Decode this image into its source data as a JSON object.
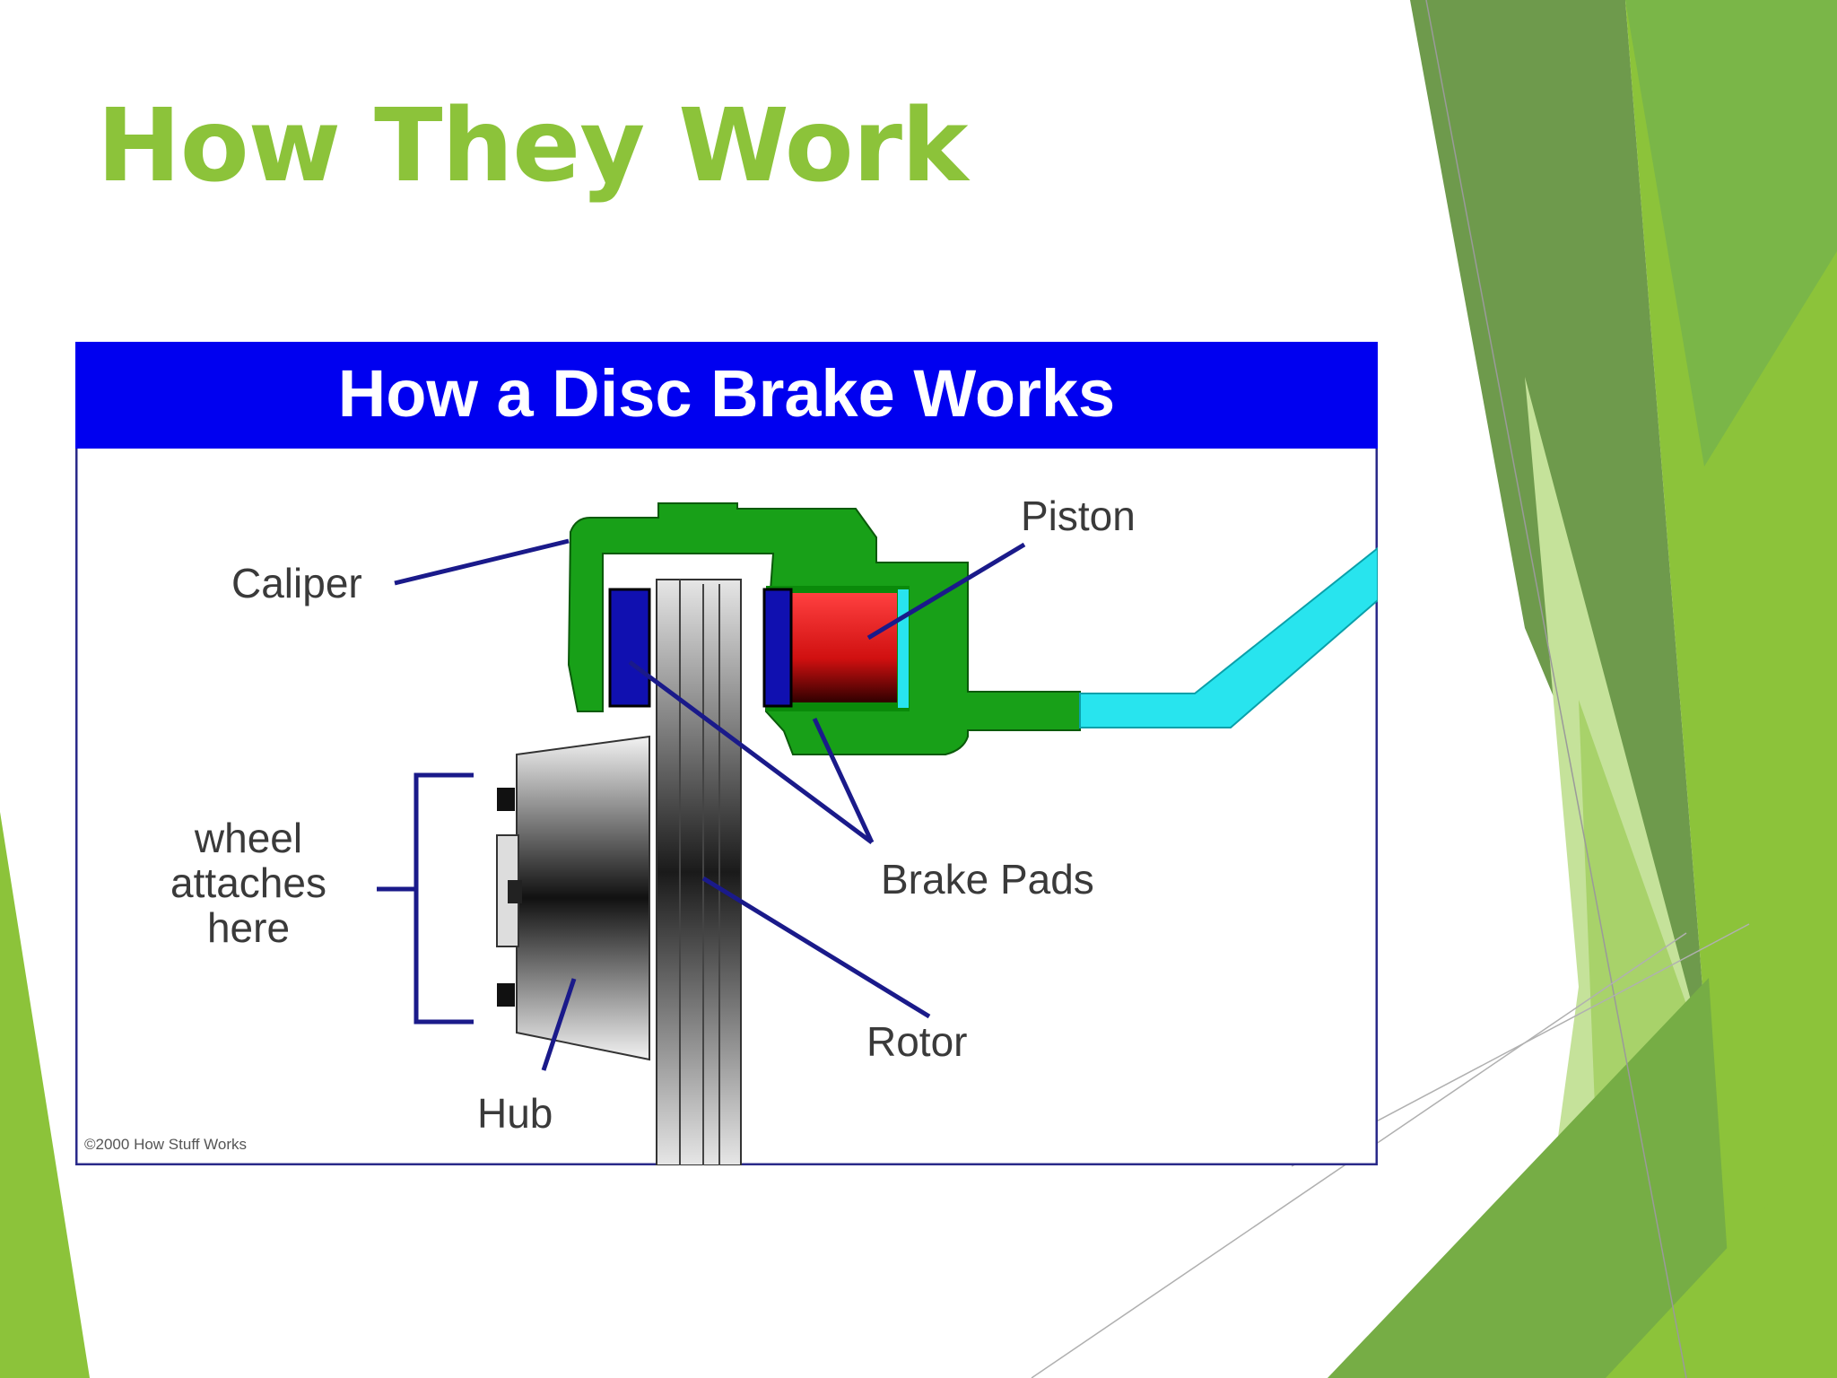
{
  "slide": {
    "title": "How They Work",
    "title_color": "#8cc33a",
    "accent_colors": [
      "#7ab648",
      "#6e9a4c",
      "#a8d26a",
      "#c5e29a"
    ]
  },
  "diagram": {
    "banner_title": "How a Disc Brake Works",
    "banner_color": "#0000f0",
    "labels": {
      "caliper": "Caliper",
      "piston": "Piston",
      "wheel_line1": "wheel",
      "wheel_line2": "attaches",
      "wheel_line3": "here",
      "brake_pads": "Brake Pads",
      "rotor": "Rotor",
      "hub": "Hub"
    },
    "copyright": "©2000 How Stuff Works",
    "part_colors": {
      "caliper": "#18a018",
      "piston": "#e02020",
      "brake_pad": "#1010b0",
      "hydraulic_line": "#28e4ee",
      "leader_line": "#1a1a8a"
    }
  }
}
